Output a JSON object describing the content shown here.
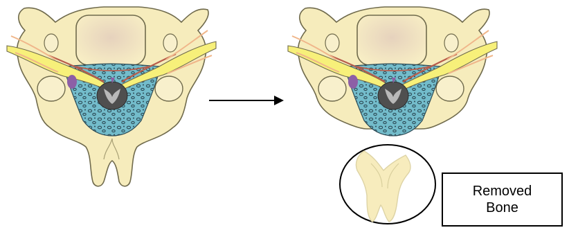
{
  "diagram": {
    "panels": [
      "intact-vertebra",
      "vertebra-after-laminectomy",
      "removed-bone-piece"
    ],
    "arrow_direction": "right",
    "callout_label": "Removed\nBone"
  },
  "colors": {
    "bone": "#f6ecbc",
    "bone_outline": "#6f6a4c",
    "body_center": "#ecdcc6",
    "nerve": "#f7f07a",
    "epidural": "#6fb9c8",
    "cord": "#5b5b5b",
    "vessel": "#b85c4a",
    "ligament": "#f0b68a",
    "removed_bone": "#f7ecbd",
    "removed_outline": "#ddd3a5"
  }
}
